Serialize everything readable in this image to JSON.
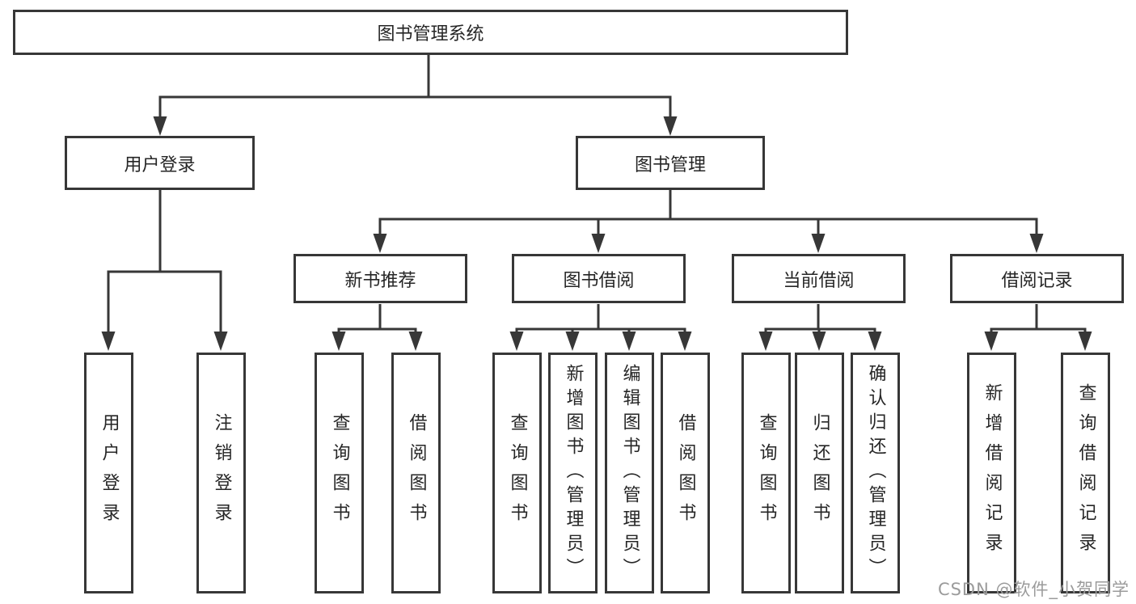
{
  "diagram": {
    "type": "hierarchy-tree",
    "root": {
      "label": "图书管理系统",
      "children": [
        {
          "label": "用户登录",
          "children": [
            {
              "label": "用户登录"
            },
            {
              "label": "注销登录"
            }
          ]
        },
        {
          "label": "图书管理",
          "children": [
            {
              "label": "新书推荐",
              "children": [
                {
                  "label": "查询图书"
                },
                {
                  "label": "借阅图书"
                }
              ]
            },
            {
              "label": "图书借阅",
              "children": [
                {
                  "label": "查询图书"
                },
                {
                  "label": "新增图书（管理员）"
                },
                {
                  "label": "编辑图书（管理员）"
                },
                {
                  "label": "借阅图书"
                }
              ]
            },
            {
              "label": "当前借阅",
              "children": [
                {
                  "label": "查询图书"
                },
                {
                  "label": "归还图书"
                },
                {
                  "label": "确认归还（管理员）"
                }
              ]
            },
            {
              "label": "借阅记录",
              "children": [
                {
                  "label": "新增借阅记录"
                },
                {
                  "label": "查询借阅记录"
                }
              ]
            }
          ]
        }
      ]
    },
    "colors": {
      "line": "#373737",
      "box_border": "#373737",
      "box_fill": "#ffffff",
      "text": "#262626",
      "watermark": "#9b9b9b",
      "background": "#ffffff"
    }
  },
  "watermark": {
    "text": "CSDN @软件_小贺同学"
  }
}
